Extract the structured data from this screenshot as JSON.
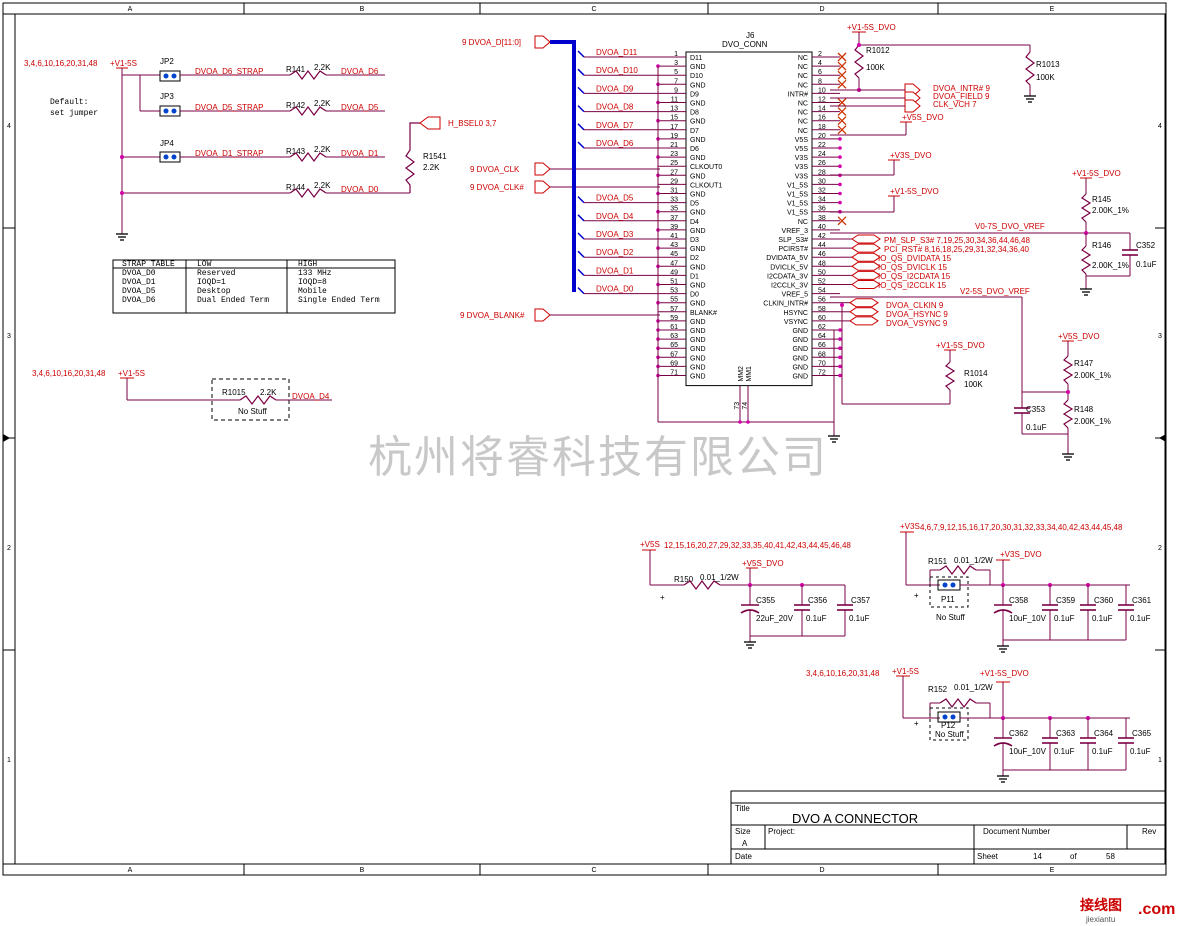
{
  "border": {
    "cols": [
      "A",
      "B",
      "C",
      "D",
      "E"
    ],
    "rows": [
      "4",
      "3",
      "2",
      "1"
    ]
  },
  "watermark": "杭州将睿科技有限公司",
  "logo": {
    "cn": "接线图",
    "com": ".com",
    "sub": "jiexiantu"
  },
  "title_block": {
    "title_label": "Title",
    "title": "DVO A CONNECTOR",
    "size_label": "Size",
    "size": "A",
    "project_label": "Project:",
    "docnum_label": "Document Number",
    "rev_label": "Rev",
    "date_label": "Date",
    "sheet_label": "Sheet",
    "sheet_num": "14",
    "of_label": "of",
    "sheet_total": "58"
  },
  "connector": {
    "ref": "J6",
    "name": "DVO_CONN",
    "left_pins": [
      {
        "num": "1",
        "name": "D11"
      },
      {
        "num": "3",
        "name": "GND"
      },
      {
        "num": "5",
        "name": "D10"
      },
      {
        "num": "7",
        "name": "GND"
      },
      {
        "num": "9",
        "name": "D9"
      },
      {
        "num": "11",
        "name": "GND"
      },
      {
        "num": "13",
        "name": "D8"
      },
      {
        "num": "15",
        "name": "GND"
      },
      {
        "num": "17",
        "name": "D7"
      },
      {
        "num": "19",
        "name": "GND"
      },
      {
        "num": "21",
        "name": "D6"
      },
      {
        "num": "23",
        "name": "GND"
      },
      {
        "num": "25",
        "name": "CLKOUT0"
      },
      {
        "num": "27",
        "name": "GND"
      },
      {
        "num": "29",
        "name": "CLKOUT1"
      },
      {
        "num": "31",
        "name": "GND"
      },
      {
        "num": "33",
        "name": "D5"
      },
      {
        "num": "35",
        "name": "GND"
      },
      {
        "num": "37",
        "name": "D4"
      },
      {
        "num": "39",
        "name": "GND"
      },
      {
        "num": "41",
        "name": "D3"
      },
      {
        "num": "43",
        "name": "GND"
      },
      {
        "num": "45",
        "name": "D2"
      },
      {
        "num": "47",
        "name": "GND"
      },
      {
        "num": "49",
        "name": "D1"
      },
      {
        "num": "51",
        "name": "GND"
      },
      {
        "num": "53",
        "name": "D0"
      },
      {
        "num": "55",
        "name": "GND"
      },
      {
        "num": "57",
        "name": "BLANK#"
      },
      {
        "num": "59",
        "name": "GND"
      },
      {
        "num": "61",
        "name": "GND"
      },
      {
        "num": "63",
        "name": "GND"
      },
      {
        "num": "65",
        "name": "GND"
      },
      {
        "num": "67",
        "name": "GND"
      },
      {
        "num": "69",
        "name": "GND"
      },
      {
        "num": "71",
        "name": "GND"
      }
    ],
    "right_pins": [
      {
        "num": "2",
        "name": "NC"
      },
      {
        "num": "4",
        "name": "NC"
      },
      {
        "num": "6",
        "name": "NC"
      },
      {
        "num": "8",
        "name": "NC"
      },
      {
        "num": "10",
        "name": "INTR#"
      },
      {
        "num": "12",
        "name": "NC"
      },
      {
        "num": "14",
        "name": "NC"
      },
      {
        "num": "16",
        "name": "NC"
      },
      {
        "num": "18",
        "name": "NC"
      },
      {
        "num": "20",
        "name": "V5S"
      },
      {
        "num": "22",
        "name": "V5S"
      },
      {
        "num": "24",
        "name": "V3S"
      },
      {
        "num": "26",
        "name": "V3S"
      },
      {
        "num": "28",
        "name": "V3S"
      },
      {
        "num": "30",
        "name": "V1_5S"
      },
      {
        "num": "32",
        "name": "V1_5S"
      },
      {
        "num": "34",
        "name": "V1_5S"
      },
      {
        "num": "36",
        "name": "V1_5S"
      },
      {
        "num": "38",
        "name": "NC"
      },
      {
        "num": "40",
        "name": "VREF_3"
      },
      {
        "num": "42",
        "name": "SLP_S3#"
      },
      {
        "num": "44",
        "name": "PCIRST#"
      },
      {
        "num": "46",
        "name": "DVIDATA_5V"
      },
      {
        "num": "48",
        "name": "DVICLK_5V"
      },
      {
        "num": "50",
        "name": "I2CDATA_3V"
      },
      {
        "num": "52",
        "name": "I2CCLK_3V"
      },
      {
        "num": "54",
        "name": "VREF_5"
      },
      {
        "num": "56",
        "name": "CLKIN_INTR#"
      },
      {
        "num": "58",
        "name": "HSYNC"
      },
      {
        "num": "60",
        "name": "VSYNC"
      },
      {
        "num": "62",
        "name": "GND"
      },
      {
        "num": "64",
        "name": "GND"
      },
      {
        "num": "66",
        "name": "GND"
      },
      {
        "num": "68",
        "name": "GND"
      },
      {
        "num": "70",
        "name": "GND"
      },
      {
        "num": "72",
        "name": "GND"
      }
    ],
    "bottom_pins": [
      {
        "num": "73",
        "name": "MM2"
      },
      {
        "num": "74",
        "name": "MM1"
      }
    ]
  },
  "data_nets": [
    {
      "net": "DVOA_D11"
    },
    {
      "net": "DVOA_D10"
    },
    {
      "net": "DVOA_D9"
    },
    {
      "net": "DVOA_D8"
    },
    {
      "net": "DVOA_D7"
    },
    {
      "net": "DVOA_D6"
    },
    {
      "net": "DVOA_D5"
    },
    {
      "net": "DVOA_D4"
    },
    {
      "net": "DVOA_D3"
    },
    {
      "net": "DVOA_D2"
    },
    {
      "net": "DVOA_D1"
    },
    {
      "net": "DVOA_D0"
    }
  ],
  "offpage_left": {
    "bus": "9  DVOA_D[11:0]",
    "clk": "9  DVOA_CLK",
    "clkn": "9  DVOA_CLK#",
    "blank": "9  DVOA_BLANK#",
    "hbsel": "H_BSEL0  3,7"
  },
  "offpage_right": [
    {
      "text": "DVOA_INTR#  9"
    },
    {
      "text": "DVOA_FIELD  9"
    },
    {
      "text": "CLK_VCH  7"
    },
    {
      "text": "PM_SLP_S3#  7,19,25,30,34,36,44,46,48"
    },
    {
      "text": "PCI_RST#  8,16,18,25,29,31,32,34,36,40"
    },
    {
      "text": "IO_QS_DVIDATA  15"
    },
    {
      "text": "IO_QS_DVICLK  15"
    },
    {
      "text": "IO_QS_I2CDATA  15"
    },
    {
      "text": "IO_QS_I2CCLK  15"
    },
    {
      "text": "DVOA_CLKIN  9"
    },
    {
      "text": "DVOA_HSYNC  9"
    },
    {
      "text": "DVOA_VSYNC  9"
    }
  ],
  "straps": {
    "power_refs": "3,4,6,10,16,20,31,48",
    "power": "+V1-5S",
    "default_note_1": "Default:",
    "default_note_2": "set jumper",
    "jumpers": [
      {
        "ref": "JP2",
        "net": "DVOA_D6_STRAP",
        "res": "R141",
        "val": "2.2K",
        "out": "DVOA_D6"
      },
      {
        "ref": "JP3",
        "net": "DVOA_D5_STRAP",
        "res": "R142",
        "val": "2.2K",
        "out": "DVOA_D5"
      },
      {
        "ref": "JP4",
        "net": "DVOA_D1_STRAP",
        "res": "R143",
        "val": "2.2K",
        "out": "DVOA_D1"
      }
    ],
    "r144": {
      "ref": "R144",
      "val": "2.2K",
      "out": "DVOA_D0"
    },
    "r1541": {
      "ref": "R1541",
      "val": "2.2K"
    },
    "r1015": {
      "ref": "R1015",
      "val": "2.2K",
      "note": "No Stuff",
      "out": "DVOA_D4",
      "power_refs": "3,4,6,10,16,20,31,48",
      "power": "+V1-5S"
    }
  },
  "strap_table": {
    "headers": [
      "STRAP TABLE",
      "LOW",
      "HIGH"
    ],
    "rows": [
      [
        "DVOA_D0",
        "Reserved",
        "133 MHz"
      ],
      [
        "DVOA_D1",
        "IOQD=1",
        "IOQD=8"
      ],
      [
        "DVOA_D5",
        "Desktop",
        "Mobile"
      ],
      [
        "DVOA_D6",
        "Dual Ended Term",
        "Single Ended Term"
      ]
    ]
  },
  "right_side": {
    "r1012": {
      "ref": "R1012",
      "val": "100K",
      "pwr": "+V1-5S_DVO"
    },
    "r1013": {
      "ref": "R1013",
      "val": "100K"
    },
    "v5s_dvo": "+V5S_DVO",
    "v3s_dvo": "+V3S_DVO",
    "v15s_dvo": "+V1-5S_DVO",
    "r145": {
      "ref": "R145",
      "val": "2.00K_1%",
      "pwr": "+V1-5S_DVO"
    },
    "r146": {
      "ref": "R146",
      "val": "2.00K_1%"
    },
    "c352": {
      "ref": "C352",
      "val": "0.1uF"
    },
    "vref_07": "V0-7S_DVO_VREF",
    "vref_25": "V2-5S_DVO_VREF",
    "r1014": {
      "ref": "R1014",
      "val": "100K",
      "pwr": "+V1-5S_DVO"
    },
    "r147": {
      "ref": "R147",
      "val": "2.00K_1%",
      "pwr": "+V5S_DVO"
    },
    "r148": {
      "ref": "R148",
      "val": "2.00K_1%"
    },
    "c353": {
      "ref": "C353",
      "val": "0.1uF"
    }
  },
  "power_filters": {
    "v5": {
      "in": "+V5S",
      "refs": "12,15,16,20,27,29,32,33,35,40,41,42,43,44,45,46,48",
      "res": "R150",
      "res_val": "0.01_1/2W",
      "out": "+V5S_DVO",
      "caps": [
        {
          "ref": "C355",
          "val": "22uF_20V"
        },
        {
          "ref": "C356",
          "val": "0.1uF"
        },
        {
          "ref": "C357",
          "val": "0.1uF"
        }
      ]
    },
    "v3": {
      "in": "+V3S",
      "refs": "4,6,7,9,12,15,16,17,20,30,31,32,33,34,40,42,43,44,45,48",
      "res": "R151",
      "res_val": "0.01_1/2W",
      "jumper": "P11",
      "no_stuff": "No Stuff",
      "out": "+V3S_DVO",
      "caps": [
        {
          "ref": "C358",
          "val": "10uF_10V"
        },
        {
          "ref": "C359",
          "val": "0.1uF"
        },
        {
          "ref": "C360",
          "val": "0.1uF"
        },
        {
          "ref": "C361",
          "val": "0.1uF"
        }
      ]
    },
    "v15": {
      "in": "+V1-5S",
      "refs": "3,4,6,10,16,20,31,48",
      "res": "R152",
      "res_val": "0.01_1/2W",
      "jumper": "P12",
      "no_stuff": "No Stuff",
      "out": "+V1-5S_DVO",
      "caps": [
        {
          "ref": "C362",
          "val": "10uF_10V"
        },
        {
          "ref": "C363",
          "val": "0.1uF"
        },
        {
          "ref": "C364",
          "val": "0.1uF"
        },
        {
          "ref": "C365",
          "val": "0.1uF"
        }
      ]
    },
    "plus": "+"
  }
}
